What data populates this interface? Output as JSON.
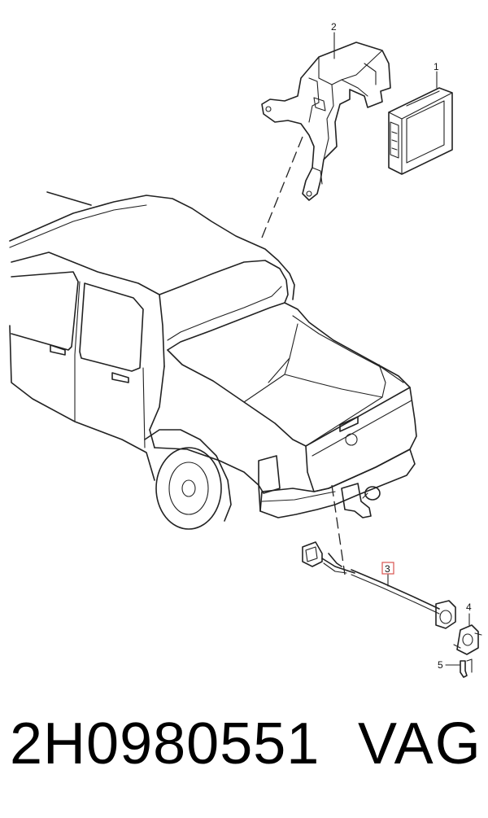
{
  "diagram": {
    "callouts": [
      {
        "id": "1",
        "label": "1",
        "highlighted": false
      },
      {
        "id": "2",
        "label": "2",
        "highlighted": false
      },
      {
        "id": "3",
        "label": "3",
        "highlighted": true
      },
      {
        "id": "4",
        "label": "4",
        "highlighted": false
      },
      {
        "id": "5",
        "label": "5",
        "highlighted": false
      }
    ],
    "highlight_color": "#d9534f"
  },
  "footer": {
    "part_number": "2H0980551",
    "brand": "VAG"
  }
}
